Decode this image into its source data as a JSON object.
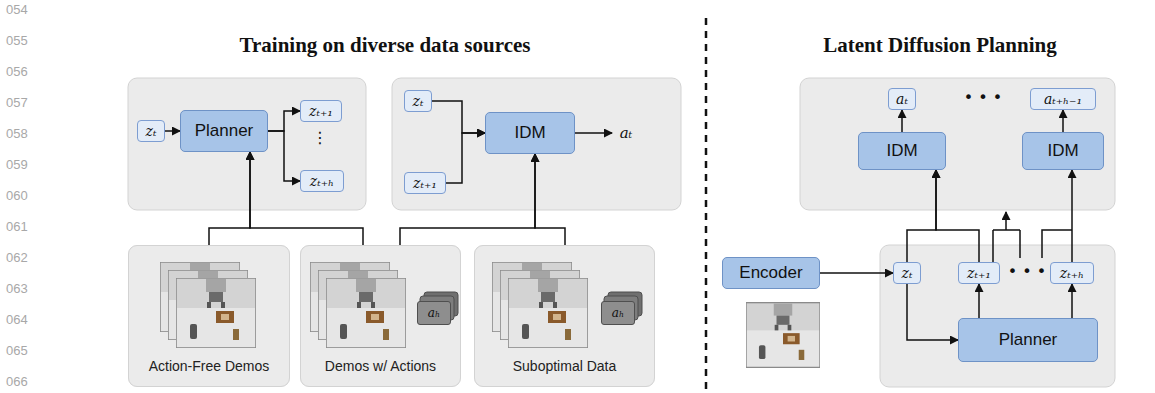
{
  "diagram": {
    "nodes": [
      {
        "text": [
          "zₜ"
        ]
      },
      {
        "text": [
          "Planner"
        ]
      },
      {
        "text": [
          "zₜ₊₁"
        ]
      },
      {
        "text": [
          "zₜ₊ₕ"
        ]
      },
      {
        "text": [
          "zₜ"
        ]
      },
      {
        "text": [
          "zₜ₊₁"
        ]
      },
      {
        "text": [
          "IDM"
        ]
      },
      {
        "text": [
          "aₜ"
        ]
      },
      {
        "text": [
          "Action-Free Demos"
        ]
      },
      {
        "text": [
          "Demos w/ Actions"
        ]
      },
      {
        "text": [
          "aₕ"
        ],
        "in": 9
      },
      {
        "text": [
          "Suboptimal Data"
        ]
      },
      {
        "text": [
          "aₕ"
        ],
        "in": 11
      },
      {
        "text": [
          "aₜ"
        ]
      },
      {
        "text": [
          "aₜ₊ₕ₋₁"
        ]
      },
      {
        "text": [
          "IDM"
        ]
      },
      {
        "text": [
          "IDM"
        ]
      },
      {
        "text": [
          "Encoder"
        ]
      },
      {
        "text": [
          "zₜ"
        ]
      },
      {
        "text": [
          "zₜ₊₁"
        ]
      },
      {
        "text": [
          "zₜ₊ₕ"
        ]
      },
      {
        "text": [
          "Planner"
        ]
      }
    ],
    "edges": [
      {
        "from": 0,
        "to": 1,
        "arrow": "to"
      },
      {
        "from": 1,
        "to": 2,
        "arrow": "to"
      },
      {
        "from": 1,
        "to": 3,
        "arrow": "to"
      },
      {
        "from": 4,
        "to": 6,
        "arrow": "to"
      },
      {
        "from": 5,
        "to": 6,
        "arrow": "to"
      },
      {
        "from": 6,
        "to": 7,
        "arrow": "to"
      },
      {
        "from": 8,
        "to": 1,
        "arrow": "to"
      },
      {
        "from": 9,
        "to": 1,
        "arrow": "to"
      },
      {
        "from": 9,
        "to": 6,
        "arrow": "to"
      },
      {
        "from": 11,
        "to": 6,
        "arrow": "to"
      },
      {
        "from": 15,
        "to": 13,
        "arrow": "to"
      },
      {
        "from": 16,
        "to": 14,
        "arrow": "to"
      },
      {
        "from": 17,
        "to": 18,
        "arrow": "to"
      },
      {
        "from": 18,
        "to": 21,
        "arrow": "to"
      },
      {
        "from": 21,
        "to": 19,
        "arrow": "to"
      },
      {
        "from": 21,
        "to": 20,
        "arrow": "to"
      },
      {
        "from": 18,
        "to": 15,
        "arrow": "to"
      },
      {
        "from": 19,
        "to": 15,
        "arrow": "to"
      },
      {
        "from": 20,
        "to": 16,
        "arrow": "to"
      }
    ],
    "labels": [
      "Training on diverse data sources",
      "Latent Diffusion Planning",
      "054",
      "055",
      "056",
      "057",
      "058",
      "059",
      "060",
      "061",
      "062",
      "063",
      "064",
      "065",
      "066",
      "⋮",
      "• • •",
      "• • •"
    ]
  }
}
